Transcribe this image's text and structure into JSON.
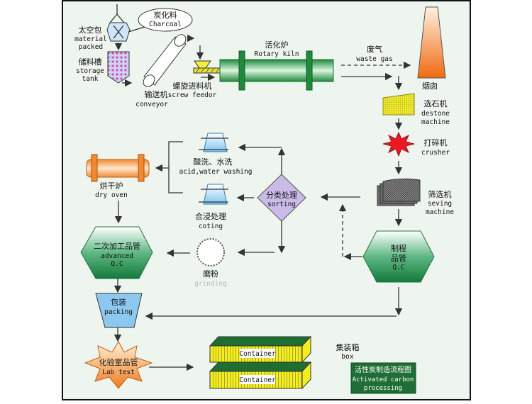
{
  "nodes": {
    "material_packed": {
      "zh": "太空包",
      "en1": "material",
      "en2": "packed"
    },
    "charcoal": {
      "zh": "炭化料",
      "en": "Charcoal"
    },
    "storage_tank": {
      "zh": "储料槽",
      "en1": "storage",
      "en2": "tank"
    },
    "conveyor": {
      "zh": "输送机",
      "en": "conveyor"
    },
    "screw_feeder": {
      "zh": "螺旋进料机",
      "en": "screw feedor"
    },
    "rotary_kiln": {
      "zh": "活化炉",
      "en": "Rotary kiln"
    },
    "waste_gas": {
      "zh": "废气",
      "en": "waste gas"
    },
    "chimney": {
      "zh": "烟囱"
    },
    "destone": {
      "zh": "选石机",
      "en1": "destone",
      "en2": "machine"
    },
    "crusher": {
      "zh": "打碎机",
      "en": "crusher"
    },
    "seving": {
      "zh": "筛选机",
      "en1": "seving",
      "en2": "machine"
    },
    "process_qc": {
      "zh1": "制程",
      "zh2": "品管",
      "en": "Q.C"
    },
    "sorting": {
      "zh": "分类处理",
      "en": "sorting"
    },
    "washing": {
      "zh": "酸洗、水洗",
      "en": "acid,water washing"
    },
    "coting": {
      "zh": "合浸处理",
      "en": "coting"
    },
    "dry_oven": {
      "zh": "烘干炉",
      "en": "dry oven"
    },
    "advanced_qc": {
      "zh": "二次加工品管",
      "en1": "advanced",
      "en2": "Q.C"
    },
    "grinding": {
      "zh": "磨粉",
      "en": "grinding"
    },
    "packing": {
      "zh": "包装",
      "en": "packing"
    },
    "lab_test": {
      "zh": "化验室品管",
      "en": "Lab test"
    },
    "container": {
      "label_top": "Container",
      "label_bottom": "Container",
      "zh": "集装箱",
      "en": "box"
    }
  },
  "title": {
    "zh": "活性炭制造流程图",
    "en1": "Activated carbon",
    "en2": "processing"
  },
  "colors": {
    "kiln": "#2e9a4e",
    "qc": "#2f8a55",
    "sorting": "#c9b8e8",
    "packing": "#8cc8f0",
    "chimney": "#f07a20",
    "title_bg": "#1f6e35",
    "background": "#eef5ee"
  }
}
